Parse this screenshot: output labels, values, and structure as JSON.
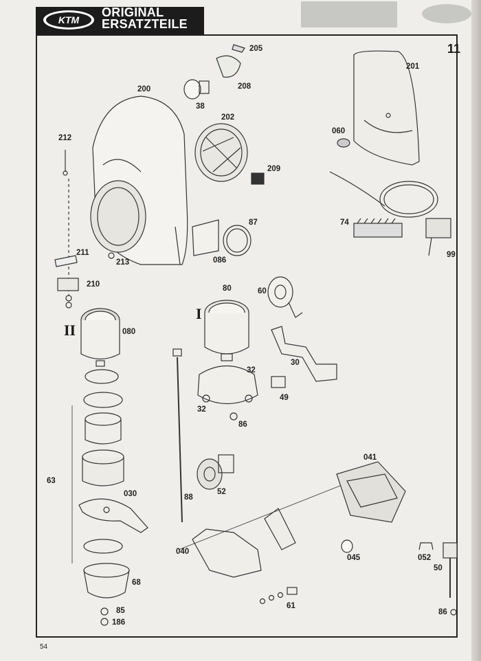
{
  "header": {
    "logo_text": "KTM",
    "title_line1": "ORIGINAL",
    "title_line2": "ERSATZTEILE"
  },
  "section_number": "11",
  "page_number": "54",
  "romans": {
    "r1": "II",
    "r2": "I"
  },
  "labels": {
    "l205": "205",
    "l208": "208",
    "l38": "38",
    "l200": "200",
    "l202": "202",
    "l201": "201",
    "l212": "212",
    "l060": "060",
    "l209": "209",
    "l74": "74",
    "l87": "87",
    "l211": "211",
    "l213": "213",
    "l086": "086",
    "l99": "99",
    "l210": "210",
    "l80": "80",
    "l60": "60",
    "l080": "080",
    "l32a": "32",
    "l30": "30",
    "l32b": "32",
    "l49": "49",
    "l86a": "86",
    "l63": "63",
    "l041": "041",
    "l030": "030",
    "l88": "88",
    "l52": "52",
    "l040": "040",
    "l045": "045",
    "l052": "052",
    "l50": "50",
    "l68": "68",
    "l61": "61",
    "l85": "85",
    "l186": "186",
    "l86b": "86"
  }
}
